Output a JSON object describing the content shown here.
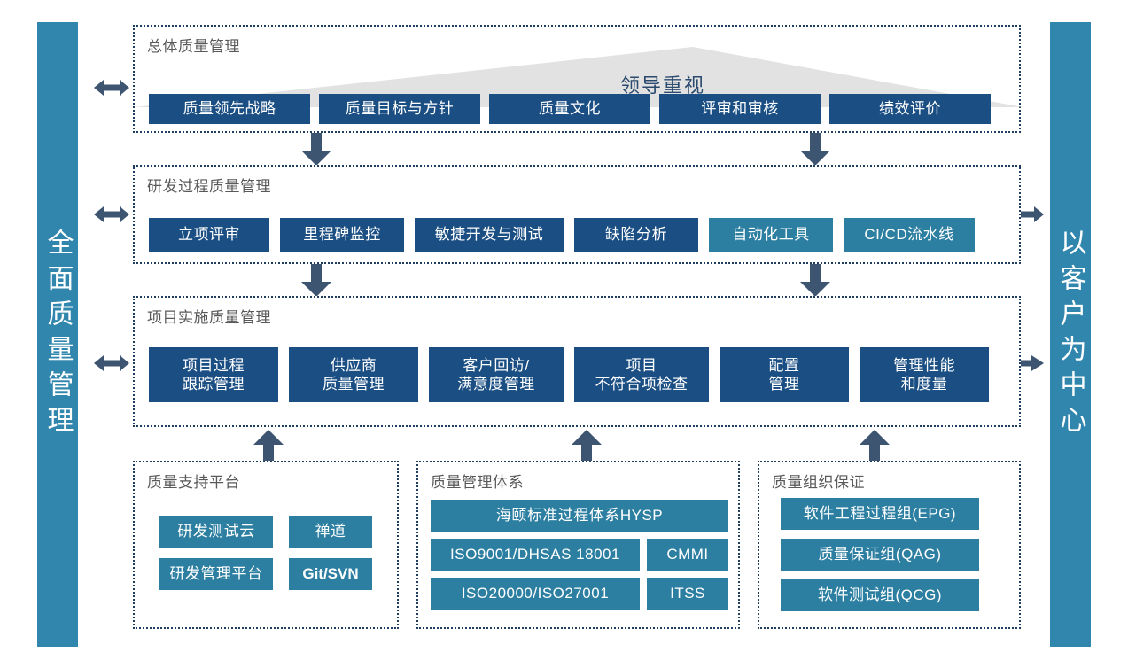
{
  "pillars": {
    "left": {
      "label": "全面质量管理"
    },
    "right": {
      "label": "以客户为中心"
    }
  },
  "banner": {
    "label": "领导重视"
  },
  "sections": {
    "overall": {
      "label": "总体质量管理",
      "items": [
        {
          "label": "质量领先战略",
          "color": "navy"
        },
        {
          "label": "质量目标与方针",
          "color": "navy"
        },
        {
          "label": "质量文化",
          "color": "navy"
        },
        {
          "label": "评审和审核",
          "color": "navy"
        },
        {
          "label": "绩效评价",
          "color": "navy"
        }
      ]
    },
    "rd": {
      "label": "研发过程质量管理",
      "items": [
        {
          "label": "立项评审",
          "color": "navy"
        },
        {
          "label": "里程碑监控",
          "color": "navy"
        },
        {
          "label": "敏捷开发与测试",
          "color": "navy"
        },
        {
          "label": "缺陷分析",
          "color": "navy"
        },
        {
          "label": "自动化工具",
          "color": "teal"
        },
        {
          "label": "CI/CD流水线",
          "color": "teal"
        }
      ]
    },
    "project": {
      "label": "项目实施质量管理",
      "items": [
        {
          "label": "项目过程\n跟踪管理",
          "color": "navy"
        },
        {
          "label": "供应商\n质量管理",
          "color": "navy"
        },
        {
          "label": "客户回访/\n满意度管理",
          "color": "navy"
        },
        {
          "label": "项目\n不符合项检查",
          "color": "navy"
        },
        {
          "label": "配置\n管理",
          "color": "navy"
        },
        {
          "label": "管理性能\n和度量",
          "color": "navy"
        }
      ]
    },
    "support": {
      "label": "质量支持平台",
      "items": [
        {
          "label": "研发测试云",
          "color": "teal",
          "bold": false
        },
        {
          "label": "禅道",
          "color": "teal",
          "bold": false
        },
        {
          "label": "研发管理平台",
          "color": "teal",
          "bold": false
        },
        {
          "label": "Git/SVN",
          "color": "teal",
          "bold": true
        }
      ]
    },
    "system": {
      "label": "质量管理体系",
      "items": [
        {
          "label": "海颐标准过程体系HYSP",
          "color": "teal"
        },
        {
          "label": "ISO9001/DHSAS 18001",
          "color": "teal"
        },
        {
          "label": "CMMI",
          "color": "teal"
        },
        {
          "label": "ISO20000/ISO27001",
          "color": "teal"
        },
        {
          "label": "ITSS",
          "color": "teal"
        }
      ]
    },
    "org": {
      "label": "质量组织保证",
      "items": [
        {
          "label": "软件工程过程组(EPG)",
          "color": "teal"
        },
        {
          "label": "质量保证组(QAG)",
          "color": "teal"
        },
        {
          "label": "软件测试组(QCG)",
          "color": "teal"
        }
      ]
    }
  },
  "colors": {
    "navy": "#1b4f84",
    "teal": "#2d7fa2",
    "pillar": "#3186ae",
    "arrow": "#3d5570",
    "banner": "#e2e2e2",
    "panel_border": "#1f3d5c",
    "label_text": "#595959"
  },
  "arrows": {
    "down_overall_to_rd": "down-arrow",
    "down_rd_to_project": "down-arrow",
    "up_support_to_project": "up-arrow",
    "up_system_to_project": "up-arrow",
    "up_org_to_project": "up-arrow",
    "left_double_overall": "double-arrow",
    "left_double_rd": "double-arrow",
    "left_double_project": "double-arrow",
    "right_double_rd": "double-arrow",
    "right_single_project": "right-arrow"
  }
}
